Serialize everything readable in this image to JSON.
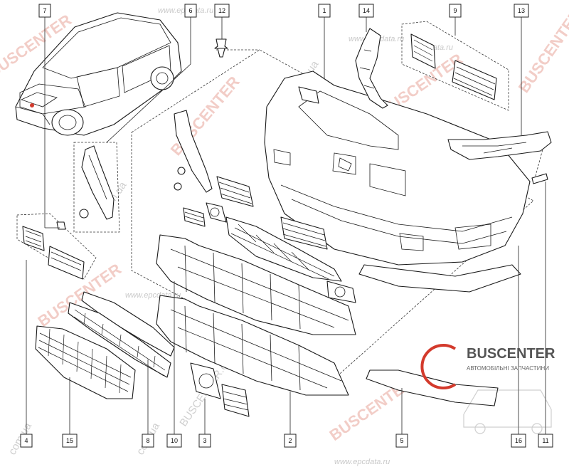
{
  "callouts": {
    "c1": "1",
    "c2": "2",
    "c3": "3",
    "c4": "4",
    "c5": "5",
    "c6": "6",
    "c7": "7",
    "c8": "8",
    "c9": "9",
    "c10": "10",
    "c11": "11",
    "c12": "12",
    "c13": "13",
    "c14": "14",
    "c15": "15",
    "c16": "16"
  },
  "watermarks": {
    "brand": "BUSCENTER",
    "domain": "BUSCENTER.com.ua",
    "domain_short": "com.ua",
    "epc": "www.epcdata.ru",
    "epc_short": "epcdata.ru"
  },
  "logo": {
    "name": "BUSCENTER",
    "subtitle": "АВТОМОБІЛЬНІ ЗАПЧАСТИНИ"
  },
  "colors": {
    "watermark": "#e8a59a",
    "logo_red": "#d33a2c",
    "line": "#1a1a1a"
  }
}
